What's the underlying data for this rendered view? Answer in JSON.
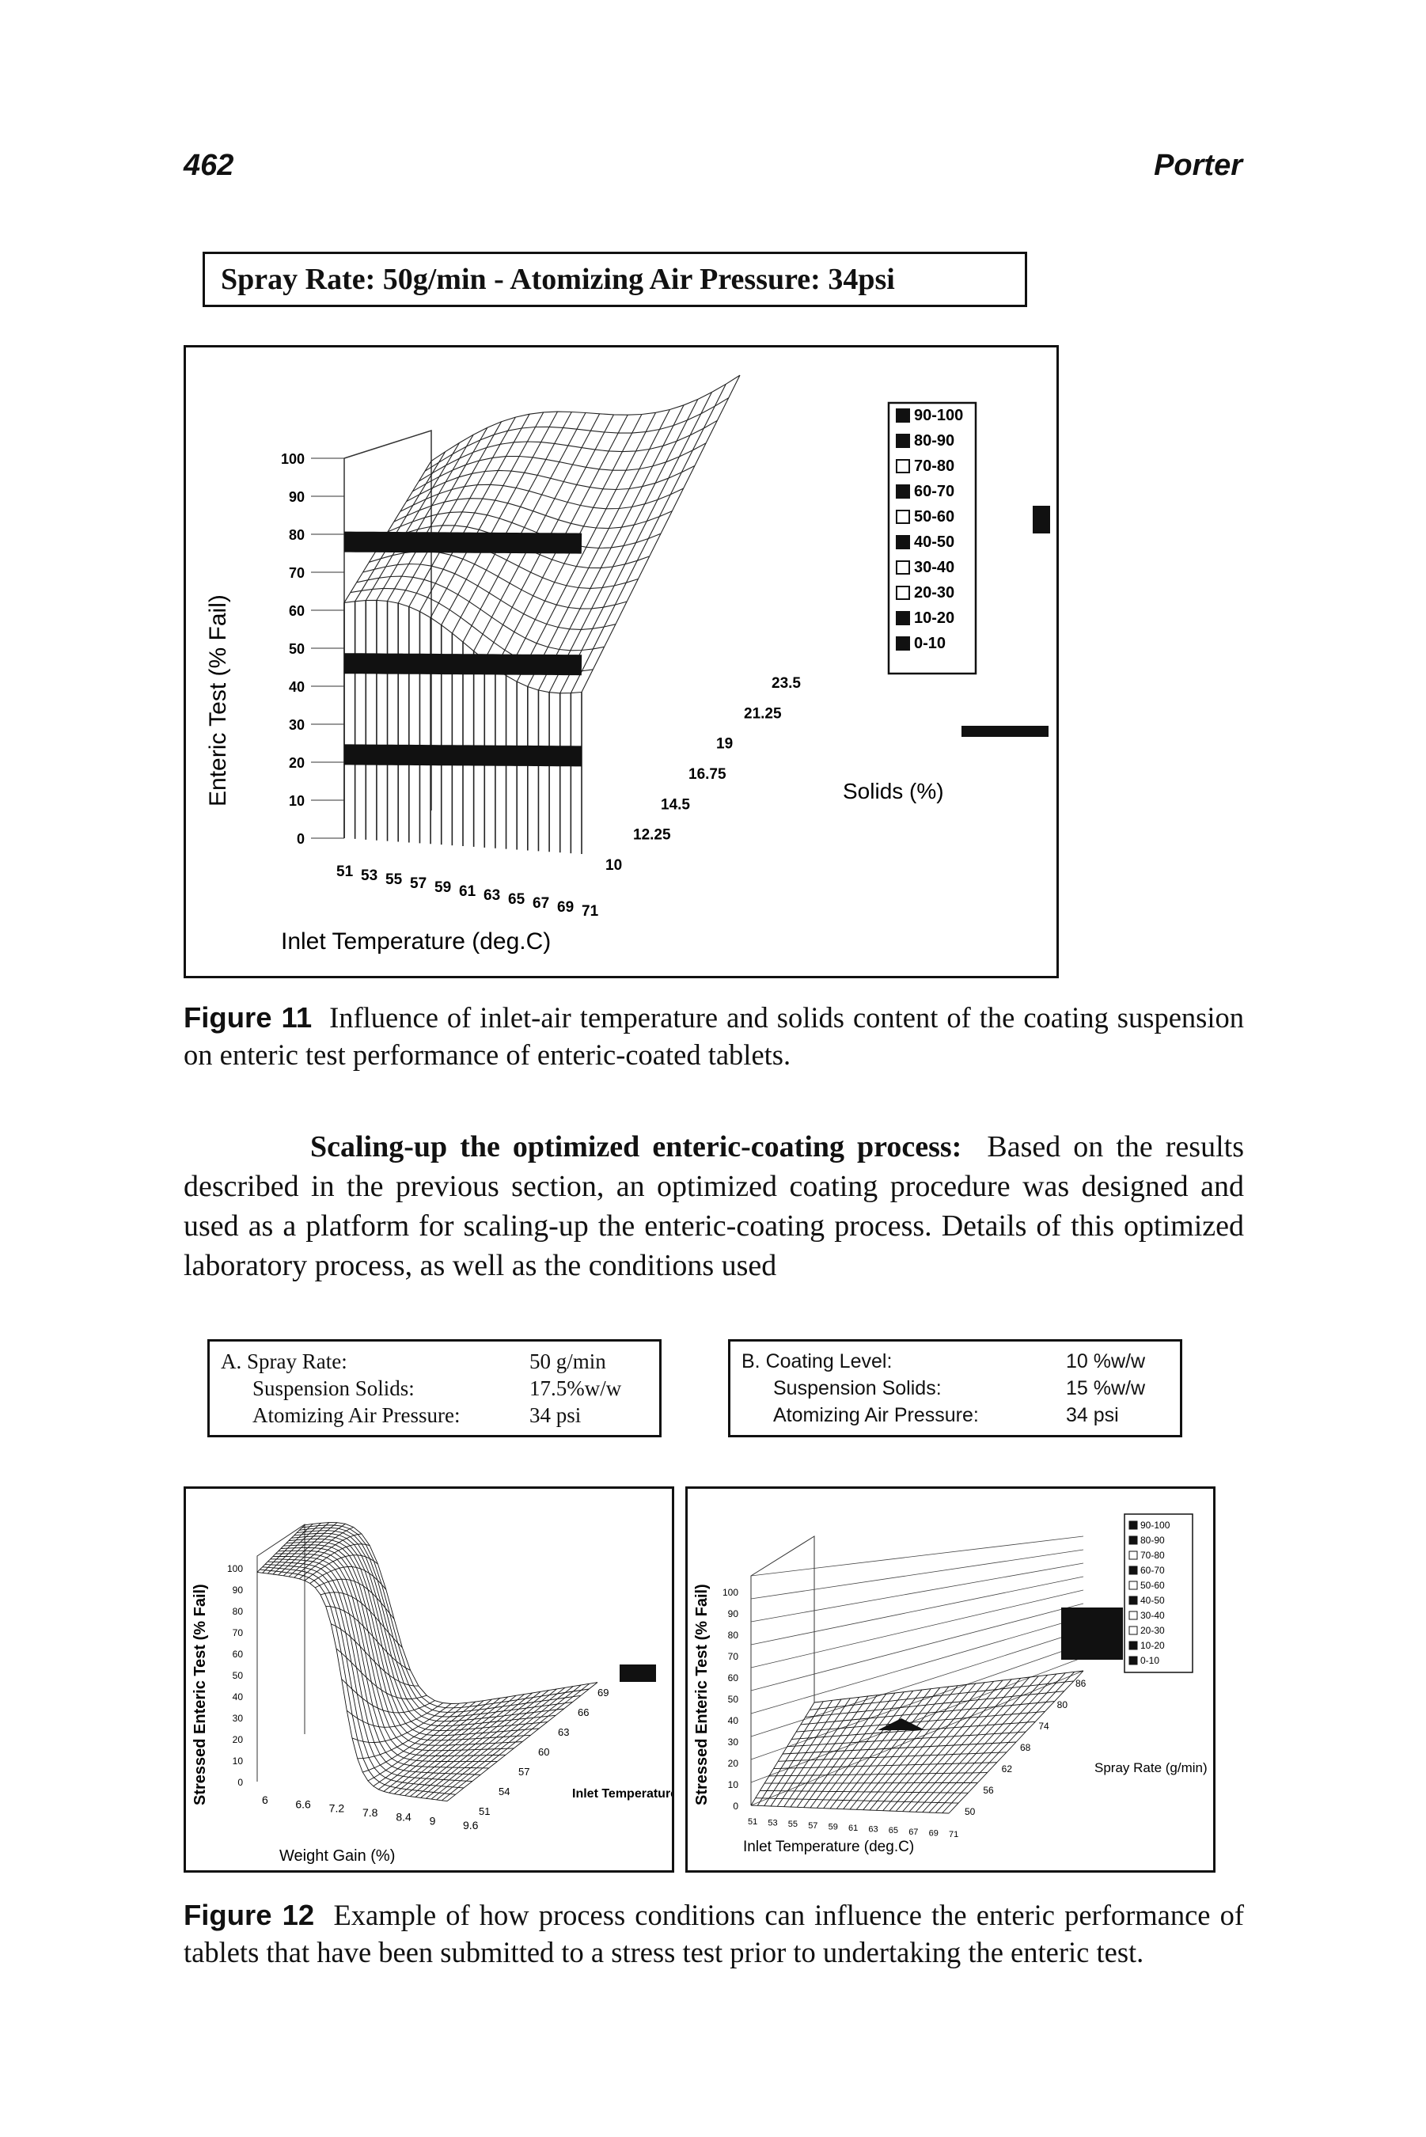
{
  "header": {
    "page_number": "462",
    "author": "Porter"
  },
  "figure11": {
    "condition_title": "Spray Rate: 50g/min - Atomizing Air Pressure: 34psi",
    "y_axis_label": "Enteric Test (% Fail)",
    "x_axis_label": "Inlet Temperature (deg.C)",
    "depth_axis_label": "Solids (%)",
    "legend": [
      "90-100",
      "80-90",
      "70-80",
      "60-70",
      "50-60",
      "40-50",
      "30-40",
      "20-30",
      "10-20",
      "0-10"
    ],
    "caption_label": "Figure 11",
    "caption_text": "Influence of inlet-air temperature and solids content of the coating suspension on enteric test performance of enteric-coated tablets.",
    "chart_data": {
      "type": "surface",
      "z_ticks": [
        "0",
        "10",
        "20",
        "30",
        "40",
        "50",
        "60",
        "70",
        "80",
        "90",
        "100"
      ],
      "x_ticks": [
        "51",
        "53",
        "55",
        "57",
        "59",
        "61",
        "63",
        "65",
        "67",
        "69",
        "71"
      ],
      "depth_ticks": [
        "10",
        "12.25",
        "14.5",
        "16.75",
        "19",
        "21.25",
        "23.5"
      ],
      "zlim": [
        0,
        100
      ]
    }
  },
  "body_text": {
    "heading": "Scaling-up the optimized enteric-coating process:",
    "text": "Based on the results described in the previous section, an optimized coating procedure was designed and used as a platform for scaling-up the enteric-coating process. Details of this optimized laboratory process, as well as the conditions used"
  },
  "condition_a": {
    "rows": [
      {
        "label": "A. Spray Rate:",
        "value": "50 g/min"
      },
      {
        "label": "Suspension Solids:",
        "value": "17.5%w/w"
      },
      {
        "label": "Atomizing Air Pressure:",
        "value": "34 psi"
      }
    ]
  },
  "condition_b": {
    "rows": [
      {
        "label": "B. Coating Level:",
        "value": "10 %w/w"
      },
      {
        "label": "Suspension Solids:",
        "value": "15 %w/w"
      },
      {
        "label": "Atomizing Air Pressure:",
        "value": "34 psi"
      }
    ]
  },
  "figure12": {
    "left": {
      "y_axis_label": "Stressed Enteric Test (% Fail)",
      "x_axis_label": "Weight Gain (%)",
      "depth_axis_label": "Inlet Temperature (deg.c)",
      "chart_data": {
        "type": "surface",
        "z_ticks": [
          "0",
          "10",
          "20",
          "30",
          "40",
          "50",
          "60",
          "70",
          "80",
          "90",
          "100"
        ],
        "x_ticks": [
          "6",
          "6.6",
          "7.2",
          "7.8",
          "8.4",
          "9",
          "9.6"
        ],
        "depth_ticks": [
          "51",
          "54",
          "57",
          "60",
          "63",
          "66",
          "69"
        ],
        "zlim": [
          0,
          100
        ]
      }
    },
    "right": {
      "y_axis_label": "Stressed Enteric Test (% Fail)",
      "x_axis_label": "Inlet Temperature (deg.C)",
      "depth_axis_label": "Spray Rate (g/min)",
      "legend": [
        "90-100",
        "80-90",
        "70-80",
        "60-70",
        "50-60",
        "40-50",
        "30-40",
        "20-30",
        "10-20",
        "0-10"
      ],
      "chart_data": {
        "type": "surface",
        "z_ticks": [
          "0",
          "10",
          "20",
          "30",
          "40",
          "50",
          "60",
          "70",
          "80",
          "90",
          "100"
        ],
        "x_ticks": [
          "51",
          "53",
          "55",
          "57",
          "59",
          "61",
          "63",
          "65",
          "67",
          "69",
          "71"
        ],
        "depth_ticks": [
          "50",
          "56",
          "62",
          "68",
          "74",
          "80",
          "86"
        ],
        "zlim": [
          0,
          100
        ]
      }
    },
    "caption_label": "Figure 12",
    "caption_text": "Example of how process conditions can influence the enteric performance of tablets that have been submitted to a stress test prior to undertaking the enteric test."
  }
}
